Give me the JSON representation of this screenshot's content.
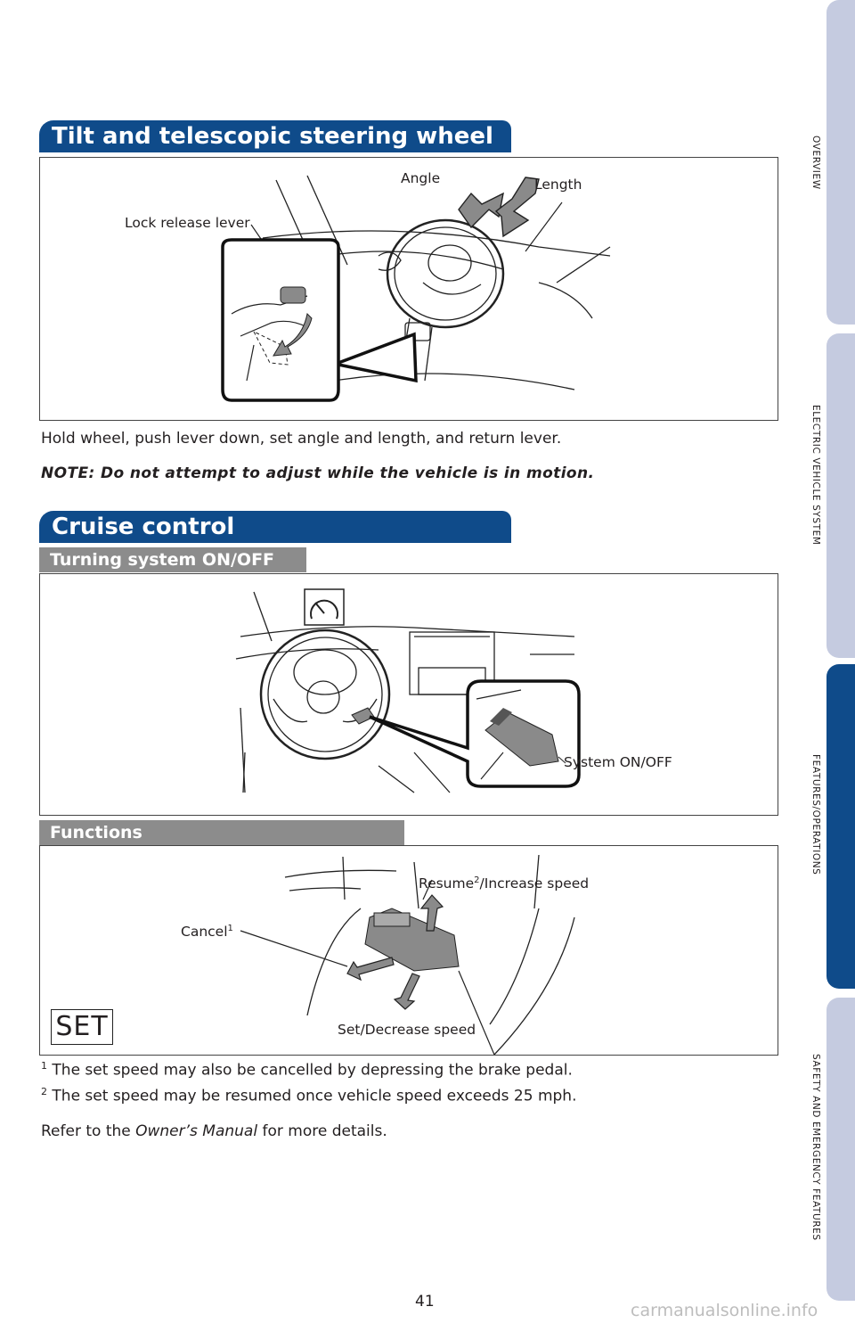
{
  "side_tabs": [
    {
      "label": "OVERVIEW",
      "active": false
    },
    {
      "label": "ELECTRIC VEHICLE SYSTEM",
      "active": false
    },
    {
      "label": "FEATURES/OPERATIONS",
      "active": true
    },
    {
      "label": "SAFETY AND EMERGENCY FEATURES",
      "active": false
    }
  ],
  "tilt": {
    "title": "Tilt and telescopic steering wheel",
    "labels": {
      "angle": "Angle",
      "length": "Length",
      "lock": "Lock release lever"
    },
    "instruction": "Hold wheel, push lever down, set angle and length, and return lever.",
    "note": "NOTE: Do not attempt to adjust while the vehicle is in motion."
  },
  "cruise": {
    "title": "Cruise control",
    "turning_sub": "Turning system ON/OFF",
    "system_label": "System ON/OFF",
    "functions_sub": "Functions",
    "resume_label": "Resume",
    "resume_sup": "2",
    "resume_rest": "/Increase speed",
    "cancel_label": "Cancel",
    "cancel_sup": "1",
    "set_decrease_label": "Set/Decrease speed",
    "set_badge": "SET",
    "footnote1_num": "1",
    "footnote1": "The set speed may also be cancelled by depressing the brake pedal.",
    "footnote2_num": "2",
    "footnote2": "The set speed may be resumed once vehicle speed exceeds 25 mph.",
    "refer_prefix": "Refer to the ",
    "refer_italic": "Owner’s Manual",
    "refer_suffix": " for more details."
  },
  "page_number": "41",
  "watermark": "carmanualsonline.info",
  "colors": {
    "brand_blue": "#0f4b8a",
    "tab_inactive": "#c5cbe0",
    "sub_gray": "#8c8c8c"
  }
}
